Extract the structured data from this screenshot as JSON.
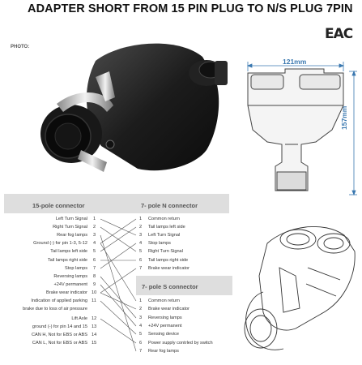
{
  "title": "ADAPTER SHORT FROM 15 PIN PLUG TO N/S PLUG 7PIN",
  "photo_label": "PHOTO:",
  "certification_mark": "EAC",
  "dimensions": {
    "width": "121mm",
    "height": "157mm"
  },
  "headers": {
    "left": "15-pole connector",
    "right_n": "7- pole N connector",
    "right_s": "7- pole S connector"
  },
  "left_pins": [
    {
      "label": "Left Turn Signal",
      "num": "1"
    },
    {
      "label": "Right Turn Signal",
      "num": "2"
    },
    {
      "label": "Rear fog lamps",
      "num": "3"
    },
    {
      "label": "Ground (-) for pin 1-3, 5-12",
      "num": "4"
    },
    {
      "label": "Tail lamps left side",
      "num": "5"
    },
    {
      "label": "Tail lamps right side",
      "num": "6"
    },
    {
      "label": "Stop lamps",
      "num": "7"
    },
    {
      "label": "Reversing lamps",
      "num": "8"
    },
    {
      "label": "+24V permanent",
      "num": "9"
    },
    {
      "label": "Brake wear indicator",
      "num": "10"
    },
    {
      "label": "Indication of applied parking",
      "num": "11"
    },
    {
      "label": "brake due to loss of air pressure",
      "num": ""
    },
    {
      "label": "Lift Axle",
      "num": "12"
    },
    {
      "label": "ground (-) for pin 14 and 15",
      "num": "13"
    },
    {
      "label": "CAN H, Not for EBS or ABS",
      "num": "14"
    },
    {
      "label": "CAN L, Not for EBS or ABS",
      "num": "15"
    }
  ],
  "n_pins": [
    {
      "num": "1",
      "label": "Common return"
    },
    {
      "num": "2",
      "label": "Tail lamps left side"
    },
    {
      "num": "3",
      "label": "Left Turn Signal"
    },
    {
      "num": "4",
      "label": "Stop lamps"
    },
    {
      "num": "5",
      "label": "Right Turn Signal"
    },
    {
      "num": "6",
      "label": "Tail lamps right side"
    },
    {
      "num": "7",
      "label": "Brake wear indicator"
    }
  ],
  "s_pins": [
    {
      "num": "1",
      "label": "Common return"
    },
    {
      "num": "2",
      "label": "Brake wear indicator"
    },
    {
      "num": "3",
      "label": "Reversing lamps"
    },
    {
      "num": "4",
      "label": "+24V permanent"
    },
    {
      "num": "5",
      "label": "Sensing device"
    },
    {
      "num": "6",
      "label": "Power supply contrled by switch"
    },
    {
      "num": "7",
      "label": "Rear fog lamps"
    }
  ],
  "colors": {
    "dimension": "#3a78b0",
    "wire": "#555555",
    "header_bar": "#dedede"
  }
}
